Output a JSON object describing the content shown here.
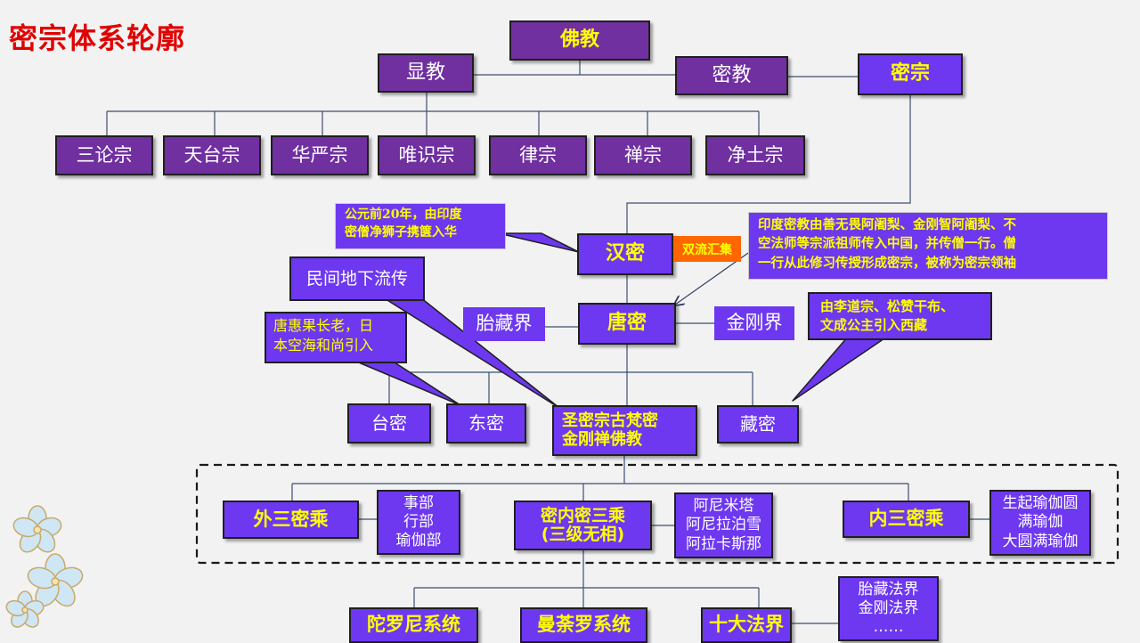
{
  "title": "密宗体系轮廓",
  "fojiao": "佛教",
  "xianjiao": "显教",
  "mijiao": "密教",
  "mizong": "密宗",
  "schools": [
    "三论宗",
    "天台宗",
    "华严宗",
    "唯识宗",
    "律宗",
    "禅宗",
    "净土宗"
  ],
  "hanmi": "汉密",
  "shuangliu": "双流汇集",
  "callout_hanmi": "公元前20年，由印度\n密僧净狮子携箧入华",
  "callout_india": "印度密教由善无畏阿阇梨、金刚智阿阇梨、不\n空法师等宗派祖师传入中国，并传僧一行。僧\n一行从此修习传授形成密宗，被称为密宗领袖",
  "callout_folk": "民间地下流传",
  "callout_huiguo": "唐惠果长老，日\n本空海和尚引入",
  "callout_tibet": "由李道宗、松赞干布、\n文成公主引入西藏",
  "tangmi": "唐密",
  "taizang": "胎藏界",
  "jingang": "金刚界",
  "taimi": "台密",
  "dongmi": "东密",
  "shengmi": "圣密宗古梵密\n金刚禅佛教",
  "zangmi": "藏密",
  "wai": "外三密乘",
  "wai_items": "事部\n行部\n瑜伽部",
  "minei": "密内密三乘\n(三级无相)",
  "minei_items": "阿尼米塔\n阿尼拉泊雪\n阿拉卡斯那",
  "nei": "内三密乘",
  "nei_items": "生起瑜伽圆\n满瑜伽\n大圆满瑜伽",
  "tuoluoni": "陀罗尼系统",
  "mantuluo": "曼荼罗系统",
  "shida": "十大法界",
  "shida_items": "胎藏法界\n金刚法界\n……",
  "colors": {
    "title": "#e00000",
    "dark_purple": "#7030a0",
    "violet": "#6d38f0",
    "orange": "#ff6600",
    "yellow": "#ffff00"
  },
  "decoration": "flower-icon"
}
